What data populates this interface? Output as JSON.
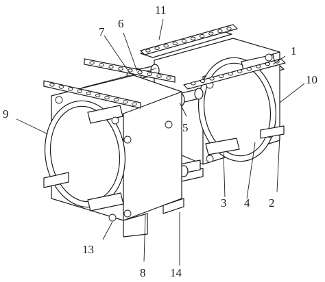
{
  "callouts": [
    {
      "id": "1",
      "label": "1"
    },
    {
      "id": "2",
      "label": "2"
    },
    {
      "id": "3",
      "label": "3"
    },
    {
      "id": "4",
      "label": "4"
    },
    {
      "id": "5",
      "label": "5"
    },
    {
      "id": "6",
      "label": "6"
    },
    {
      "id": "7",
      "label": "7"
    },
    {
      "id": "8",
      "label": "8"
    },
    {
      "id": "9",
      "label": "9"
    },
    {
      "id": "10",
      "label": "10"
    },
    {
      "id": "11",
      "label": "11"
    },
    {
      "id": "13",
      "label": "13"
    },
    {
      "id": "14",
      "label": "14"
    }
  ]
}
